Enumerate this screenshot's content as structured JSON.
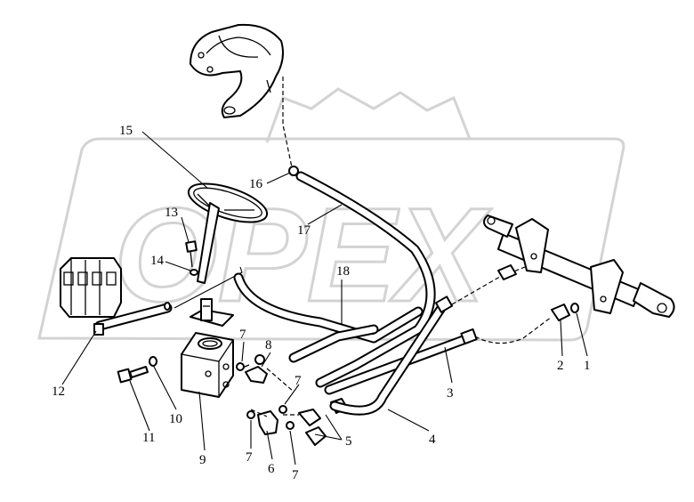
{
  "watermark": "OPEX",
  "callouts": [
    {
      "id": "1",
      "label": "1"
    },
    {
      "id": "2",
      "label": "2"
    },
    {
      "id": "3",
      "label": "3"
    },
    {
      "id": "4",
      "label": "4"
    },
    {
      "id": "5",
      "label": "5"
    },
    {
      "id": "6",
      "label": "6"
    },
    {
      "id": "7a",
      "label": "7"
    },
    {
      "id": "7b",
      "label": "7"
    },
    {
      "id": "7c",
      "label": "7"
    },
    {
      "id": "7d",
      "label": "7"
    },
    {
      "id": "8",
      "label": "8"
    },
    {
      "id": "9",
      "label": "9"
    },
    {
      "id": "10",
      "label": "10"
    },
    {
      "id": "11",
      "label": "11"
    },
    {
      "id": "12",
      "label": "12"
    },
    {
      "id": "13",
      "label": "13"
    },
    {
      "id": "14",
      "label": "14"
    },
    {
      "id": "15",
      "label": "15"
    },
    {
      "id": "16",
      "label": "16"
    },
    {
      "id": "17",
      "label": "17"
    },
    {
      "id": "18",
      "label": "18"
    }
  ]
}
